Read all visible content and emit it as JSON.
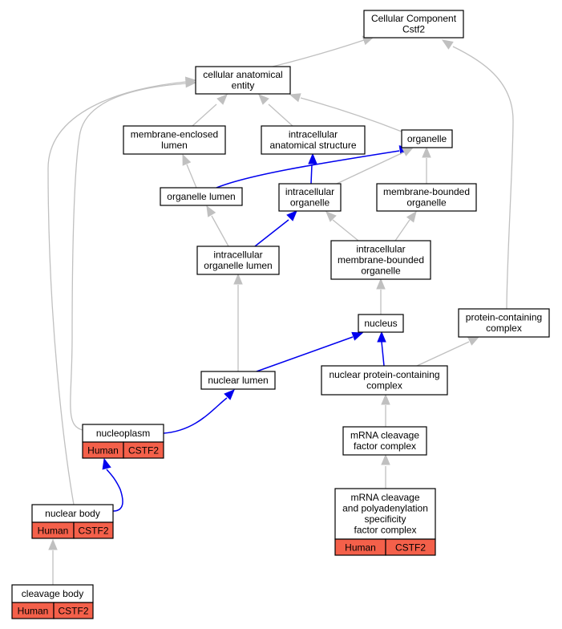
{
  "nodes": {
    "cc_cstf2": {
      "lines": [
        "Cellular Component",
        "Cstf2"
      ]
    },
    "cellular_anatomical_entity": {
      "lines": [
        "cellular anatomical",
        "entity"
      ]
    },
    "membrane_enclosed_lumen": {
      "lines": [
        "membrane-enclosed",
        "lumen"
      ]
    },
    "intracellular_anatomical_structure": {
      "lines": [
        "intracellular",
        "anatomical structure"
      ]
    },
    "organelle": {
      "lines": [
        "organelle"
      ]
    },
    "organelle_lumen": {
      "lines": [
        "organelle lumen"
      ]
    },
    "intracellular_organelle": {
      "lines": [
        "intracellular",
        "organelle"
      ]
    },
    "membrane_bounded_organelle": {
      "lines": [
        "membrane-bounded",
        "organelle"
      ]
    },
    "intracellular_organelle_lumen": {
      "lines": [
        "intracellular",
        "organelle lumen"
      ]
    },
    "intracellular_membrane_bounded_organelle": {
      "lines": [
        "intracellular",
        "membrane-bounded",
        "organelle"
      ]
    },
    "nucleus": {
      "lines": [
        "nucleus"
      ]
    },
    "protein_containing_complex": {
      "lines": [
        "protein-containing",
        "complex"
      ]
    },
    "nuclear_lumen": {
      "lines": [
        "nuclear lumen"
      ]
    },
    "nuclear_protein_containing_complex": {
      "lines": [
        "nuclear protein-containing",
        "complex"
      ]
    },
    "nucleoplasm": {
      "lines": [
        "nucleoplasm"
      ],
      "annotation": [
        "Human",
        "CSTF2"
      ]
    },
    "mrna_cleavage_factor_complex": {
      "lines": [
        "mRNA cleavage",
        "factor complex"
      ]
    },
    "nuclear_body": {
      "lines": [
        "nuclear body"
      ],
      "annotation": [
        "Human",
        "CSTF2"
      ]
    },
    "mrna_cleavage_polyadenylation_complex": {
      "lines": [
        "mRNA cleavage",
        "and polyadenylation",
        "specificity",
        "factor complex"
      ],
      "annotation": [
        "Human",
        "CSTF2"
      ]
    },
    "cleavage_body": {
      "lines": [
        "cleavage body"
      ],
      "annotation": [
        "Human",
        "CSTF2"
      ]
    }
  },
  "edges": [
    {
      "from": "cellular_anatomical_entity",
      "to": "cc_cstf2",
      "color": "gray"
    },
    {
      "from": "protein_containing_complex",
      "to": "cc_cstf2",
      "color": "gray"
    },
    {
      "from": "membrane_enclosed_lumen",
      "to": "cellular_anatomical_entity",
      "color": "gray"
    },
    {
      "from": "intracellular_anatomical_structure",
      "to": "cellular_anatomical_entity",
      "color": "gray"
    },
    {
      "from": "organelle",
      "to": "cellular_anatomical_entity",
      "color": "gray"
    },
    {
      "from": "nucleoplasm",
      "to": "cellular_anatomical_entity",
      "color": "gray"
    },
    {
      "from": "nuclear_body",
      "to": "cellular_anatomical_entity",
      "color": "gray"
    },
    {
      "from": "organelle_lumen",
      "to": "membrane_enclosed_lumen",
      "color": "gray"
    },
    {
      "from": "organelle_lumen",
      "to": "organelle",
      "color": "blue"
    },
    {
      "from": "intracellular_organelle",
      "to": "intracellular_anatomical_structure",
      "color": "blue"
    },
    {
      "from": "intracellular_organelle",
      "to": "organelle",
      "color": "gray"
    },
    {
      "from": "membrane_bounded_organelle",
      "to": "organelle",
      "color": "gray"
    },
    {
      "from": "intracellular_organelle_lumen",
      "to": "organelle_lumen",
      "color": "gray"
    },
    {
      "from": "intracellular_organelle_lumen",
      "to": "intracellular_organelle",
      "color": "blue"
    },
    {
      "from": "intracellular_membrane_bounded_organelle",
      "to": "intracellular_organelle",
      "color": "gray"
    },
    {
      "from": "intracellular_membrane_bounded_organelle",
      "to": "membrane_bounded_organelle",
      "color": "gray"
    },
    {
      "from": "nucleus",
      "to": "intracellular_membrane_bounded_organelle",
      "color": "gray"
    },
    {
      "from": "nuclear_lumen",
      "to": "intracellular_organelle_lumen",
      "color": "gray"
    },
    {
      "from": "nuclear_lumen",
      "to": "nucleus",
      "color": "blue"
    },
    {
      "from": "nuclear_protein_containing_complex",
      "to": "nucleus",
      "color": "blue"
    },
    {
      "from": "nuclear_protein_containing_complex",
      "to": "protein_containing_complex",
      "color": "gray"
    },
    {
      "from": "nucleoplasm",
      "to": "nuclear_lumen",
      "color": "blue"
    },
    {
      "from": "mrna_cleavage_factor_complex",
      "to": "nuclear_protein_containing_complex",
      "color": "gray"
    },
    {
      "from": "nuclear_body",
      "to": "nucleoplasm",
      "color": "blue"
    },
    {
      "from": "mrna_cleavage_polyadenylation_complex",
      "to": "mrna_cleavage_factor_complex",
      "color": "gray"
    },
    {
      "from": "cleavage_body",
      "to": "nuclear_body",
      "color": "gray"
    }
  ],
  "colors": {
    "annotation_fill": "#f4604a",
    "edge_gray": "#c0c0c0",
    "edge_blue": "#0000ee"
  }
}
